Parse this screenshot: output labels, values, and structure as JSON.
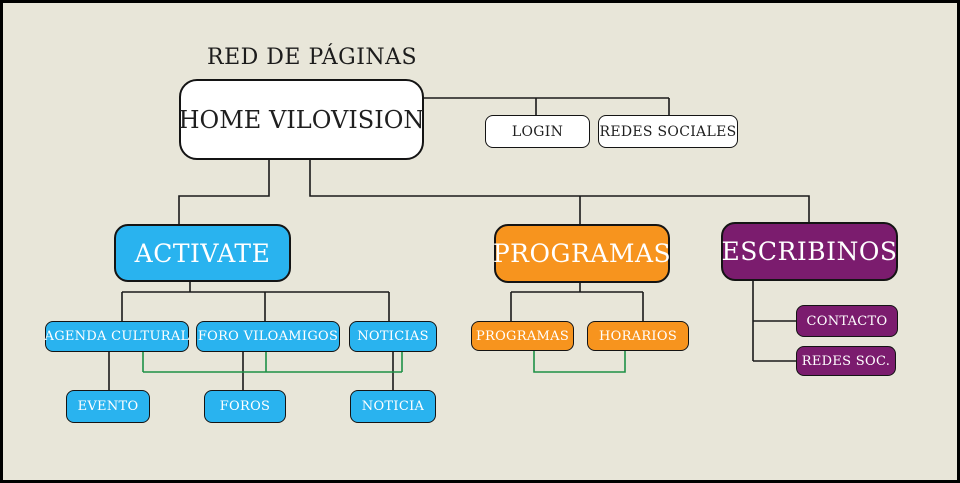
{
  "title": "RED DE PÁGINAS",
  "palette": {
    "background": "#e8e6d9",
    "cyan": "#29b3ef",
    "orange": "#f7941e",
    "purple": "#7b1c6e",
    "green": "#1e9146",
    "line": "#1a1a1a",
    "node_white": "#ffffff",
    "text_dark": "#1f1f1f",
    "text_light": "#ffffff"
  },
  "nodes": {
    "home": {
      "label": "HOME VILOVISION"
    },
    "login": {
      "label": "LOGIN"
    },
    "redes_sociales": {
      "label": "REDES SOCIALES"
    },
    "activate": {
      "label": "ACTIVATE"
    },
    "agenda_cultural": {
      "label": "AGENDA CULTURAL"
    },
    "foro_viloamigos": {
      "label": "FORO VILOAMIGOS"
    },
    "noticias": {
      "label": "NOTICIAS"
    },
    "evento": {
      "label": "EVENTO"
    },
    "foros": {
      "label": "FOROS"
    },
    "noticia": {
      "label": "NOTICIA"
    },
    "programas": {
      "label": "PROGRAMAS"
    },
    "programas_sub": {
      "label": "PROGRAMAS"
    },
    "horarios": {
      "label": "HORARIOS"
    },
    "escribinos": {
      "label": "ESCRIBINOS"
    },
    "contacto": {
      "label": "CONTACTO"
    },
    "redes_soc": {
      "label": "REDES SOC."
    }
  },
  "edges": [
    {
      "from": "home",
      "to": "login"
    },
    {
      "from": "home",
      "to": "redes_sociales"
    },
    {
      "from": "home",
      "to": "activate"
    },
    {
      "from": "home",
      "to": "programas"
    },
    {
      "from": "home",
      "to": "escribinos"
    },
    {
      "from": "activate",
      "to": "agenda_cultural"
    },
    {
      "from": "activate",
      "to": "foro_viloamigos"
    },
    {
      "from": "activate",
      "to": "noticias"
    },
    {
      "from": "agenda_cultural",
      "to": "evento"
    },
    {
      "from": "foro_viloamigos",
      "to": "foros"
    },
    {
      "from": "noticias",
      "to": "noticia"
    },
    {
      "from": "programas",
      "to": "programas_sub"
    },
    {
      "from": "programas",
      "to": "horarios"
    },
    {
      "from": "escribinos",
      "to": "contacto"
    },
    {
      "from": "escribinos",
      "to": "redes_soc"
    }
  ],
  "cross_links_green": [
    [
      "agenda_cultural",
      "foro_viloamigos",
      "noticias"
    ],
    [
      "programas_sub",
      "horarios"
    ]
  ]
}
